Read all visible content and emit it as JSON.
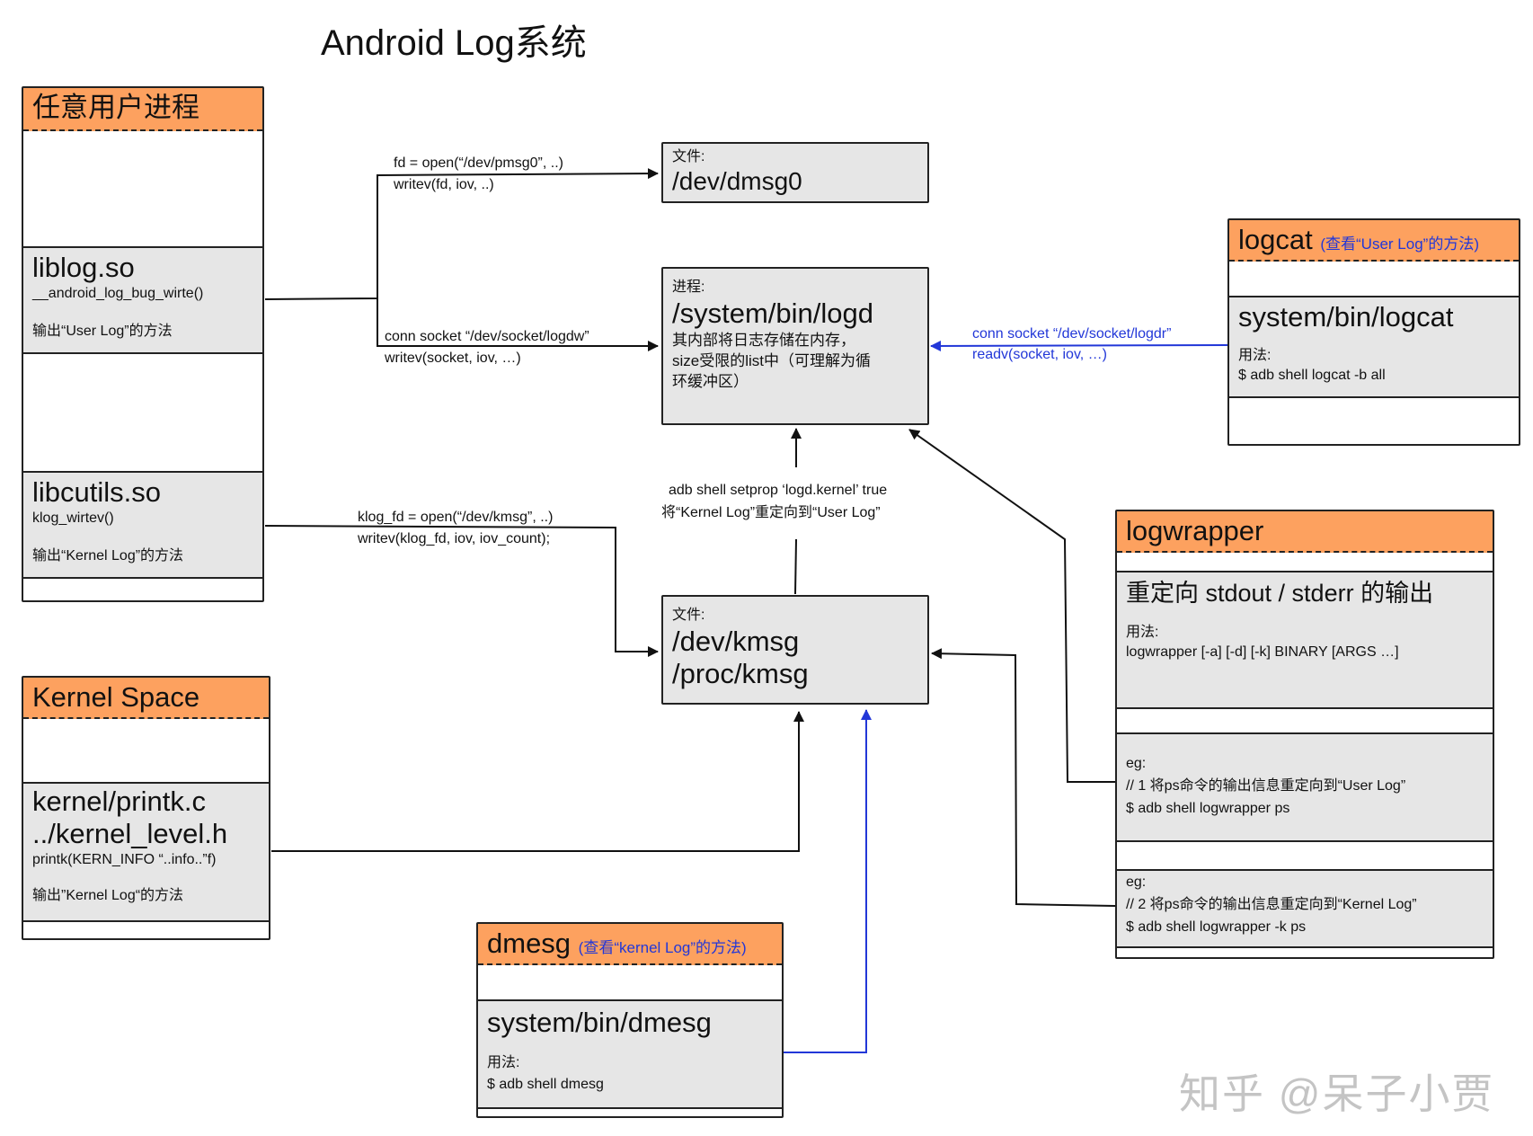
{
  "title": "Android Log系统",
  "user_process": {
    "header": "任意用户进程",
    "liblog": {
      "name": "liblog.so",
      "func": "__android_log_bug_wirte()",
      "desc": "输出“User Log”的方法"
    },
    "libcutils": {
      "name": "libcutils.so",
      "func": "klog_wirtev()",
      "desc": "输出“Kernel Log”的方法"
    }
  },
  "kernel_space": {
    "header": "Kernel Space",
    "file1": "kernel/printk.c",
    "file2": "../kernel_level.h",
    "func": "printk(KERN_INFO “..info..”f)",
    "desc": "输出”Kernel Log“的方法"
  },
  "dmsg0": {
    "label": "文件:",
    "path": "/dev/dmsg0"
  },
  "logd": {
    "label": "进程:",
    "path": "/system/bin/logd",
    "desc1": "其内部将日志存储在内存，",
    "desc2": "size受限的list中（可理解为循",
    "desc3": "环缓冲区）"
  },
  "kmsg": {
    "label": "文件:",
    "path1": "/dev/kmsg",
    "path2": "/proc/kmsg"
  },
  "logcat": {
    "header": "logcat",
    "header_note": "(查看“User Log”的方法)",
    "path": "system/bin/logcat",
    "usage_label": "用法:",
    "usage_cmd": "$ adb shell logcat -b all"
  },
  "logwrapper": {
    "header": "logwrapper",
    "desc": "重定向 stdout / stderr 的输出",
    "usage_label": "用法:",
    "usage_cmd": "logwrapper [-a] [-d] [-k] BINARY [ARGS …]",
    "eg1": {
      "label": "eg:",
      "comment": "// 1 将ps命令的输出信息重定向到“User Log”",
      "cmd": "$ adb shell logwrapper  ps"
    },
    "eg2": {
      "label": "eg:",
      "comment": "// 2 将ps命令的输出信息重定向到“Kernel Log”",
      "cmd": "$ adb shell logwrapper  -k ps"
    }
  },
  "dmesg": {
    "header": "dmesg",
    "header_note": "(查看“kernel Log”的方法)",
    "path": "system/bin/dmesg",
    "usage_label": "用法:",
    "usage_cmd": "$ adb shell dmesg"
  },
  "edges": {
    "pmsg_open": "fd = open(“/dev/pmsg0”, ..)",
    "pmsg_write": "writev(fd, iov, ..)",
    "logdw_conn": "conn socket “/dev/socket/logdw”",
    "logdw_write": "writev(socket, iov, …)",
    "logdr_conn": "conn socket “/dev/socket/logdr”",
    "logdr_read": "readv(socket, iov, …)",
    "kmsg_open": "klog_fd = open(“/dev/kmsg”, ..)",
    "kmsg_write": "writev(klog_fd, iov, iov_count);",
    "setprop": "adb shell setprop ‘logd.kernel’ true",
    "redirect": "将“Kernel Log”重定向到“User Log”"
  },
  "watermark": "知乎 @呆子小贾",
  "colors": {
    "header": "#fda15f",
    "section": "#e6e6e6",
    "blue_arrow": "#2237d8"
  }
}
